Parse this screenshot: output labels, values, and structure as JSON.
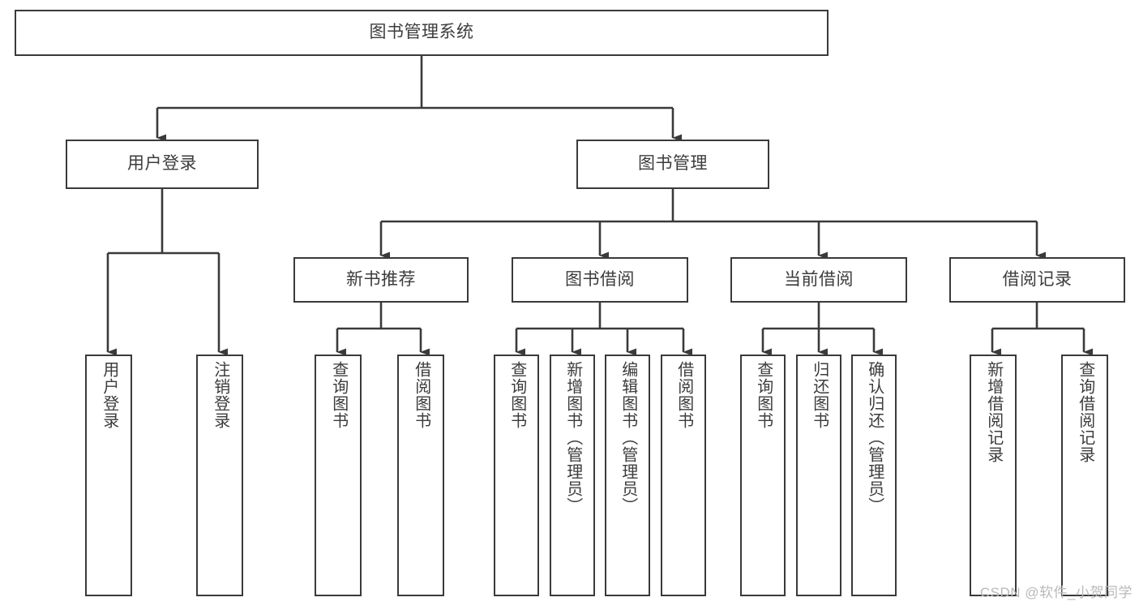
{
  "diagram": {
    "title": "图书管理系统",
    "type": "tree-hierarchy-chart",
    "colors": {
      "box_border": "#3a3a3a",
      "box_fill": "#ffffff",
      "text": "#3c3c3c",
      "connector": "#3a3a3a",
      "watermark": "#b9b9b9"
    },
    "nodes": {
      "root": {
        "label": "图书管理系统"
      },
      "level2": [
        {
          "id": "user-login",
          "label": "用户登录"
        },
        {
          "id": "book-management",
          "label": "图书管理"
        }
      ],
      "level3": [
        {
          "id": "new-book-recommend",
          "label": "新书推荐"
        },
        {
          "id": "book-borrow",
          "label": "图书借阅"
        },
        {
          "id": "current-borrow",
          "label": "当前借阅"
        },
        {
          "id": "borrow-record",
          "label": "借阅记录"
        }
      ],
      "leaves": {
        "user-login": [
          {
            "id": "leaf-user-login",
            "label": "用户登录"
          },
          {
            "id": "leaf-logout",
            "label": "注销登录"
          }
        ],
        "new-book-recommend": [
          {
            "id": "leaf-query-book-1",
            "label": "查询图书"
          },
          {
            "id": "leaf-borrow-book-1",
            "label": "借阅图书"
          }
        ],
        "book-borrow": [
          {
            "id": "leaf-query-book-2",
            "label": "查询图书"
          },
          {
            "id": "leaf-add-book",
            "label": "新增图书（管理员）"
          },
          {
            "id": "leaf-edit-book",
            "label": "编辑图书（管理员）"
          },
          {
            "id": "leaf-borrow-book-2",
            "label": "借阅图书"
          }
        ],
        "current-borrow": [
          {
            "id": "leaf-query-book-3",
            "label": "查询图书"
          },
          {
            "id": "leaf-return-book",
            "label": "归还图书"
          },
          {
            "id": "leaf-confirm-return",
            "label": "确认归还（管理员）"
          }
        ],
        "borrow-record": [
          {
            "id": "leaf-add-record",
            "label": "新增借阅记录"
          },
          {
            "id": "leaf-query-record",
            "label": "查询借阅记录"
          }
        ]
      }
    },
    "watermark": "CSDN @软件_小贺同学"
  }
}
